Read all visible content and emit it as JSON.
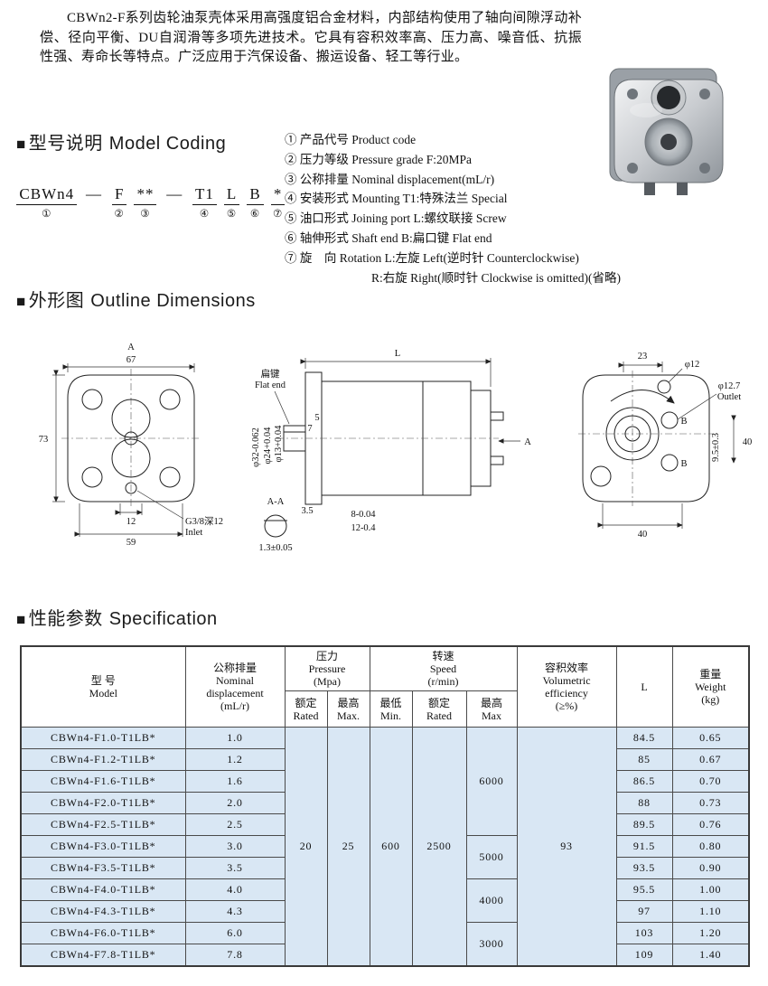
{
  "intro": {
    "text": "CBWn2-F系列齿轮油泵壳体采用高强度铝合金材料，内部结构使用了轴向间隙浮动补偿、径向平衡、DU自润滑等多项先进技术。它具有容积效率高、压力高、噪音低、抗振性强、寿命长等特点。广泛应用于汽保设备、搬运设备、轻工等行业。"
  },
  "sections": {
    "model_coding": {
      "bullet": "■",
      "zh": "型号说明",
      "en": "Model Coding"
    },
    "outline": {
      "bullet": "■",
      "zh": "外形图",
      "en": "Outline Dimensions"
    },
    "spec": {
      "bullet": "■",
      "zh": "性能参数",
      "en": "Specification"
    }
  },
  "model_code": {
    "segments": [
      {
        "text": "CBWn4",
        "marker": "①"
      },
      {
        "text": "—",
        "marker": ""
      },
      {
        "text": "F",
        "marker": "②"
      },
      {
        "text": "**",
        "marker": "③"
      },
      {
        "text": "—",
        "marker": ""
      },
      {
        "text": "T1",
        "marker": "④"
      },
      {
        "text": "L",
        "marker": "⑤"
      },
      {
        "text": "B",
        "marker": "⑥"
      },
      {
        "text": "*",
        "marker": "⑦"
      }
    ],
    "notes": [
      "① 产品代号 Product code",
      "② 压力等级 Pressure grade F:20MPa",
      "③ 公称排量 Nominal displacement(mL/r)",
      "④ 安装形式 Mounting T1:特殊法兰 Special",
      "⑤ 油口形式 Joining port L:螺纹联接 Screw",
      "⑥ 轴伸形式 Shaft end B:扁口键 Flat end",
      "⑦ 旋　向 Rotation L:左旋 Left(逆时针 Counterclockwise)",
      "R:右旋 Right(顺时针 Clockwise is omitted)(省略)"
    ]
  },
  "outline_labels": {
    "front": {
      "dim_a": "A",
      "dim_67": "67",
      "dim_73": "73",
      "dim_12": "12",
      "dim_59": "59",
      "inlet_thread": "G3/8深12",
      "inlet": "Inlet"
    },
    "side": {
      "dim_l": "L",
      "flat_key_zh": "扁键",
      "flat_key_en": "Flat end",
      "dia_32": "φ32-0.062",
      "dia_24": "φ24+0.04",
      "dia_13": "φ13+0.04",
      "key_5": "5",
      "key_7": "7",
      "dim_35": "3.5",
      "section_arrow": "A",
      "section_label": "A-A",
      "dim_8": "8-0.04",
      "dim_12": "12-0.4",
      "tol": "1.3±0.05"
    },
    "rear": {
      "dim_23": "23",
      "dia_12": "φ12",
      "dia_127": "φ12.7",
      "outlet": "Outlet",
      "dim_95": "9.5±0.3",
      "dim_40_side": "40",
      "dim_40_bottom": "40",
      "port_b1": "B",
      "port_b2": "B"
    }
  },
  "table": {
    "headers": {
      "model": "型 号\nModel",
      "disp": "公称排量\nNominal\ndisplacement\n(mL/r)",
      "pressure": "压力\nPressure\n(Mpa)",
      "p_rated": "额定\nRated",
      "p_max": "最高\nMax.",
      "speed": "转速\nSpeed\n(r/min)",
      "s_min": "最低\nMin.",
      "s_rated": "额定\nRated",
      "s_max": "最高\nMax",
      "eff": "容积效率\nVolumetric\nefficiency\n(≥%)",
      "l": "L",
      "weight": "重量\nWeight\n(kg)"
    },
    "shared": {
      "pressure_rated": "20",
      "pressure_max": "25",
      "speed_min": "600",
      "speed_rated": "2500",
      "efficiency": "93"
    },
    "speed_max_groups": [
      {
        "value": "6000"
      },
      {
        "value": "5000"
      },
      {
        "value": "4000"
      },
      {
        "value": "3000"
      }
    ],
    "rows": [
      {
        "model": "CBWn4-F1.0-T1LB*",
        "disp": "1.0",
        "l": "84.5",
        "weight": "0.65"
      },
      {
        "model": "CBWn4-F1.2-T1LB*",
        "disp": "1.2",
        "l": "85",
        "weight": "0.67"
      },
      {
        "model": "CBWn4-F1.6-T1LB*",
        "disp": "1.6",
        "l": "86.5",
        "weight": "0.70"
      },
      {
        "model": "CBWn4-F2.0-T1LB*",
        "disp": "2.0",
        "l": "88",
        "weight": "0.73"
      },
      {
        "model": "CBWn4-F2.5-T1LB*",
        "disp": "2.5",
        "l": "89.5",
        "weight": "0.76"
      },
      {
        "model": "CBWn4-F3.0-T1LB*",
        "disp": "3.0",
        "l": "91.5",
        "weight": "0.80"
      },
      {
        "model": "CBWn4-F3.5-T1LB*",
        "disp": "3.5",
        "l": "93.5",
        "weight": "0.90"
      },
      {
        "model": "CBWn4-F4.0-T1LB*",
        "disp": "4.0",
        "l": "95.5",
        "weight": "1.00"
      },
      {
        "model": "CBWn4-F4.3-T1LB*",
        "disp": "4.3",
        "l": "97",
        "weight": "1.10"
      },
      {
        "model": "CBWn4-F6.0-T1LB*",
        "disp": "6.0",
        "l": "103",
        "weight": "1.20"
      },
      {
        "model": "CBWn4-F7.8-T1LB*",
        "disp": "7.8",
        "l": "109",
        "weight": "1.40"
      }
    ]
  }
}
